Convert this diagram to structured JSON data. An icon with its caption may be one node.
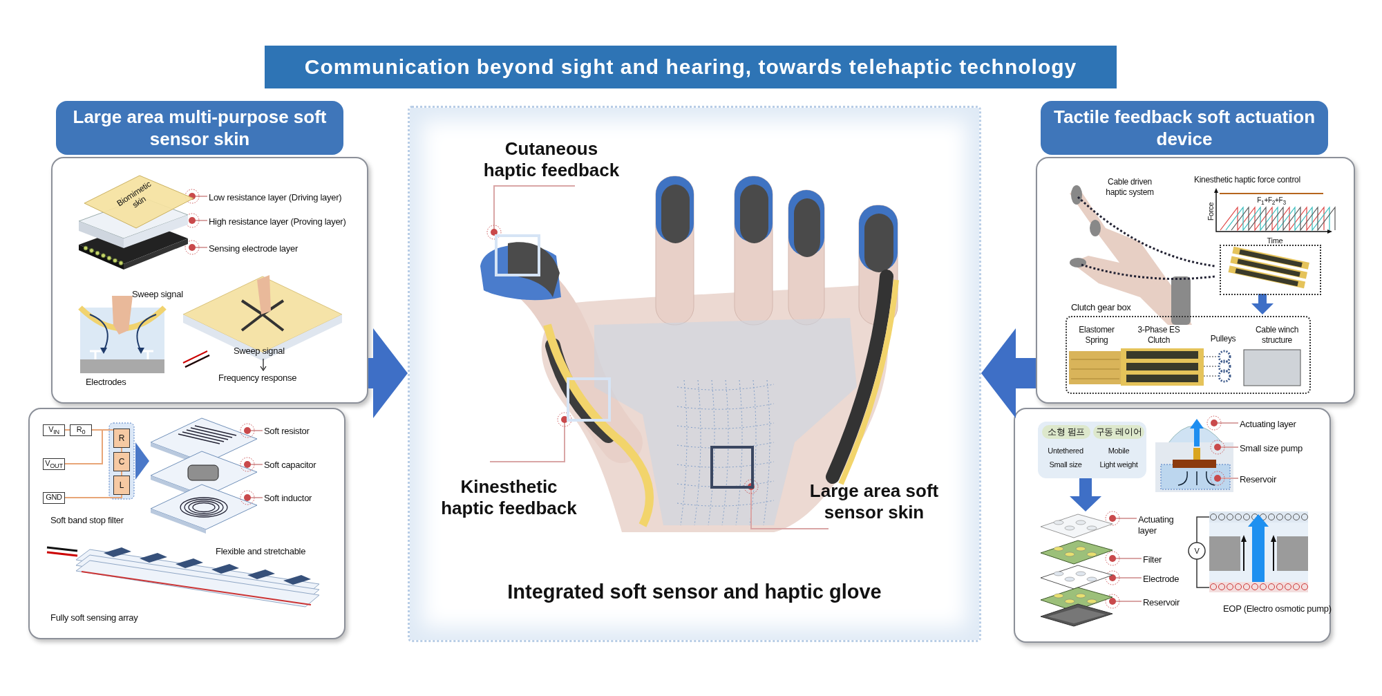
{
  "diagram": {
    "title": "Communication beyond sight and hearing, towards telehaptic technology",
    "nodes": [
      {
        "text": [
          "Large area multi-purpose soft sensor skin"
        ]
      },
      {
        "text": [
          "Low resistance layer (Driving layer)"
        ],
        "in": 0
      },
      {
        "text": [
          "High resistance layer (Proving layer)"
        ],
        "in": 0
      },
      {
        "text": [
          "Sensing electrode layer"
        ],
        "in": 0
      },
      {
        "text": [],
        "shape": "box"
      },
      {
        "text": [
          "Soft resistor"
        ],
        "in": 4
      },
      {
        "text": [
          "Soft capacitor"
        ],
        "in": 4
      },
      {
        "text": [
          "Soft inductor"
        ],
        "in": 4
      },
      {
        "text": [
          "Integrated soft sensor and haptic glove"
        ]
      },
      {
        "text": [
          "Cutaneous haptic feedback"
        ],
        "in": 8
      },
      {
        "text": [],
        "shape": "box",
        "in": 8
      },
      {
        "text": [
          "Kinesthetic haptic feedback"
        ],
        "in": 8
      },
      {
        "text": [],
        "shape": "box",
        "in": 8
      },
      {
        "text": [
          "Large area soft sensor skin"
        ],
        "in": 8
      },
      {
        "text": [],
        "shape": "box",
        "in": 8
      },
      {
        "text": [
          "Tactile feedback soft actuation device"
        ]
      },
      {
        "text": [],
        "shape": "box",
        "in": 15
      },
      {
        "text": [
          "Clutch gear box"
        ],
        "in": 15
      },
      {
        "text": [],
        "shape": "box"
      },
      {
        "text": [
          "소형 펌프",
          "구동 레이어",
          "Untethered",
          "Mobile",
          "Small size",
          "Light weight"
        ],
        "in": 18
      },
      {
        "text": [
          "Actuating layer"
        ],
        "in": 18
      },
      {
        "text": [
          "Small size pump"
        ],
        "in": 18
      },
      {
        "text": [
          "Reservoir"
        ],
        "in": 18
      },
      {
        "text": [],
        "shape": "picture",
        "in": 18
      },
      {
        "text": [
          "Actuating layer"
        ],
        "in": 18
      },
      {
        "text": [
          "Filter"
        ],
        "in": 18
      },
      {
        "text": [
          "Electrode"
        ],
        "in": 18
      },
      {
        "text": [
          "Reservoir"
        ],
        "in": 18
      },
      {
        "text": [],
        "shape": "picture",
        "in": 0
      }
    ],
    "edges": [
      {
        "from": 0,
        "to": 8,
        "arrow": "to",
        "style": "thick",
        "color": "#3e6fc6"
      },
      {
        "from": 15,
        "to": 8,
        "arrow": "to",
        "style": "thick",
        "color": "#3e6fc6"
      },
      {
        "from": 9,
        "to": 10,
        "arrow": "none"
      },
      {
        "from": 11,
        "to": 12,
        "arrow": "none"
      },
      {
        "from": 13,
        "to": 14,
        "arrow": "none"
      },
      {
        "from": 1,
        "to": 28,
        "arrow": "none"
      },
      {
        "from": 2,
        "to": 28,
        "arrow": "none"
      },
      {
        "from": 3,
        "to": 28,
        "arrow": "none"
      },
      {
        "from": 5,
        "to": null,
        "arrow": "none"
      },
      {
        "from": 6,
        "to": null,
        "arrow": "none"
      },
      {
        "from": 7,
        "to": null,
        "arrow": "none"
      },
      {
        "from": 16,
        "to": 17,
        "arrow": "to",
        "style": "thick",
        "color": "#3e6fc6"
      },
      {
        "from": 19,
        "to": 23,
        "arrow": "to",
        "style": "thick",
        "color": "#3e6fc6"
      },
      {
        "from": 20,
        "to": null,
        "arrow": "none"
      },
      {
        "from": 21,
        "to": null,
        "arrow": "none"
      },
      {
        "from": 22,
        "to": null,
        "arrow": "none"
      },
      {
        "from": 24,
        "to": 23,
        "arrow": "none"
      },
      {
        "from": 25,
        "to": 23,
        "arrow": "none"
      },
      {
        "from": 26,
        "to": 23,
        "arrow": "none"
      },
      {
        "from": 27,
        "to": 23,
        "arrow": "none"
      }
    ],
    "labels": [
      "Biomimetic skin",
      "Sweep signal",
      "Sweep signal",
      "Electrodes",
      "Frequency response",
      "V$_{IN}$",
      "R$_{0}$",
      "R",
      "C",
      "V$_{OUT}$",
      "L",
      "GND",
      "Soft band stop filter",
      "Flexible and stretchable",
      "Fully soft sensing array",
      "Cable driven haptic system",
      "Kinesthetic haptic force control",
      "F$_{1}$+F$_{2}$+F$_{3}$",
      "Force",
      "Time",
      "Elastomer Spring",
      "3-Phase ES Clutch",
      "Pulleys",
      "Cable winch structure",
      "V",
      "EOP (Electro osmotic pump)"
    ]
  }
}
